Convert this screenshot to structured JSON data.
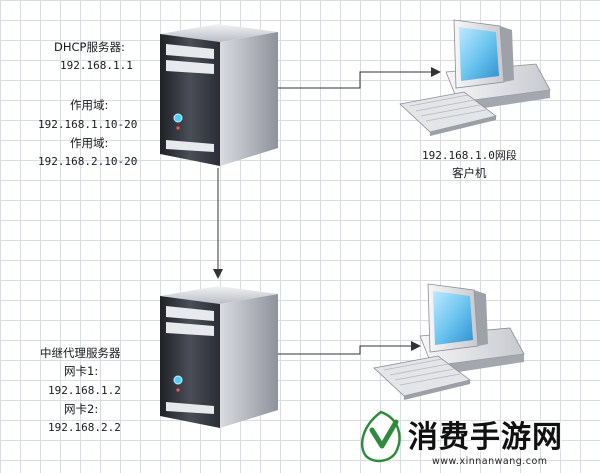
{
  "dhcp_server": {
    "title": "DHCP服务器:",
    "ip": "192.168.1.1",
    "scope1_label": "作用域:",
    "scope1_range": "192.168.1.10-20",
    "scope2_label": "作用域:",
    "scope2_range": "192.168.2.10-20"
  },
  "client": {
    "segment": "192.168.1.0网段",
    "label": "客户机"
  },
  "relay_server": {
    "title": "中继代理服务器",
    "nic1_label": "网卡1:",
    "nic1_ip": "192.168.1.2",
    "nic2_label": "网卡2:",
    "nic2_ip": "192.168.2.2"
  },
  "watermark": {
    "title": "消费手游网",
    "url": "www.xinnanwang.com"
  },
  "colors": {
    "arrow": "#333333",
    "server_body": "#3a3d45",
    "monitor_screen": "#6ec6f0",
    "logo_green": "#2e8b3d"
  }
}
